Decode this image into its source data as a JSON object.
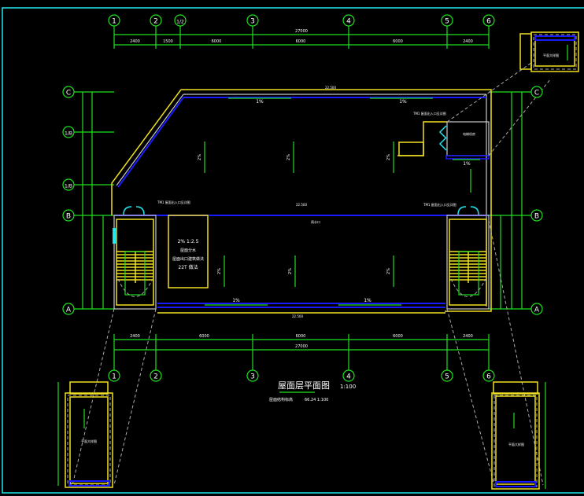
{
  "drawing": {
    "title": "屋面层平面图",
    "scale": "1:100",
    "subtitle": "屋面结构标高",
    "subtitle_value": "66.24 1:100"
  },
  "grid_top": [
    "1",
    "2",
    "1/2",
    "3",
    "4",
    "5",
    "6"
  ],
  "grid_bottom": [
    "1",
    "2",
    "3",
    "4",
    "5",
    "6"
  ],
  "grid_left": [
    "C",
    "1/B",
    "1/B",
    "B",
    "A"
  ],
  "grid_right": [
    "C",
    "B",
    "A"
  ],
  "dims_top_total": "27000",
  "dims_top": [
    "2400",
    "1500",
    "6000",
    "6000",
    "6000",
    "2400"
  ],
  "dims_bottom_total": "27000",
  "dims_bottom": [
    "2400",
    "6000",
    "6000",
    "6000",
    "2400"
  ],
  "slopes": [
    "1%",
    "1%",
    "1%",
    "1%",
    "1%",
    "2%",
    "2%",
    "2%",
    "2%",
    "2%",
    "2%"
  ],
  "labels": {
    "elev_top": "22.500",
    "elev_mid": "22.500",
    "elev_bottom": "22.500",
    "stair_note_left": "2% 1:2.5",
    "stair_note_left2": "屋面分水",
    "stair_note_left3": "屋面出口建筑做法",
    "stair_note_left4": "22T 做法",
    "roof_exit_left": "TM1 屋面出入口见详图",
    "roof_exit_right": "TM1 屋面出入口见详图",
    "roof_exit_top": "TM1 屋面出入口见详图",
    "gutter": "雨水口",
    "machine_room": "电梯机房",
    "detail_label": "平面大样图"
  },
  "colors": {
    "grid": "#1fe01f",
    "wall": "#f0e020",
    "gutter": "#1a1aff",
    "frame": "#20e8f0",
    "door": "#20e8f0"
  }
}
